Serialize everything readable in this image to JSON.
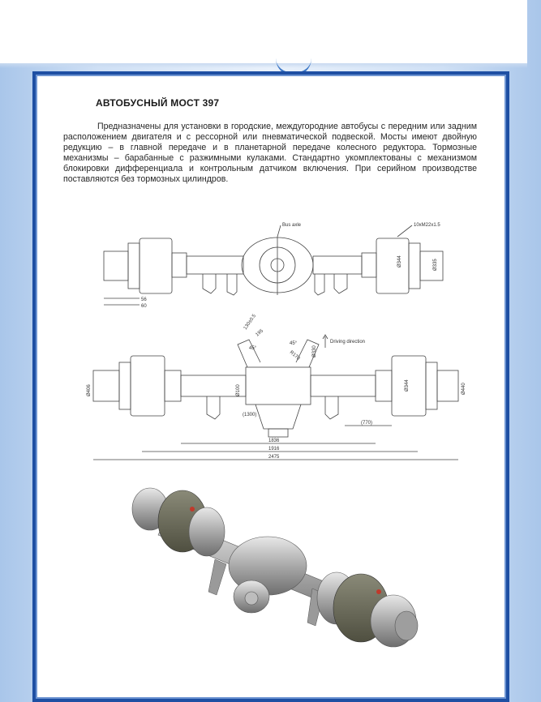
{
  "document": {
    "title": "АВТОБУСНЫЙ МОСТ 397",
    "description": "Предназначены для установки в городские, междугородние автобусы с передним или задним расположением двигателя и с рессорной или пневматической подвеской. Мосты имеют двойную редукцию – в главной передаче и в планетарной передаче колесного редуктора. Тормозные механизмы – барабанные с разжимными кулаками. Стандартно укомплектованы с механизмом блокировки дифференциала и контрольным датчиком включения. При серийном производстве поставляются без тормозных цилиндров."
  },
  "drawing_top": {
    "label_bus_axle": "Bus axle",
    "label_thread": "10xM22x1.5",
    "label_56": "56",
    "label_60": "60",
    "label_dia1": "Ø344",
    "label_dia2": "Ø335"
  },
  "drawing_front": {
    "label_drive_direction": "Driving direction",
    "label_130": "130±0.5",
    "label_195": "195",
    "label_45a": "45°",
    "label_45b": "45°",
    "label_r": "R170",
    "label_330": "Ø330",
    "label_100": "Ø100",
    "label_dia_left": "Ø406",
    "label_dia_mid": "Ø344",
    "label_dia_right": "Ø440",
    "label_1300": "(1300)",
    "label_770": "(770)",
    "label_1836": "1836",
    "label_1916": "1916",
    "label_2475": "2475"
  },
  "colors": {
    "frame": "#1e4fa3",
    "frame_inner": "#6e95d2",
    "background": "#cfe0f5"
  }
}
